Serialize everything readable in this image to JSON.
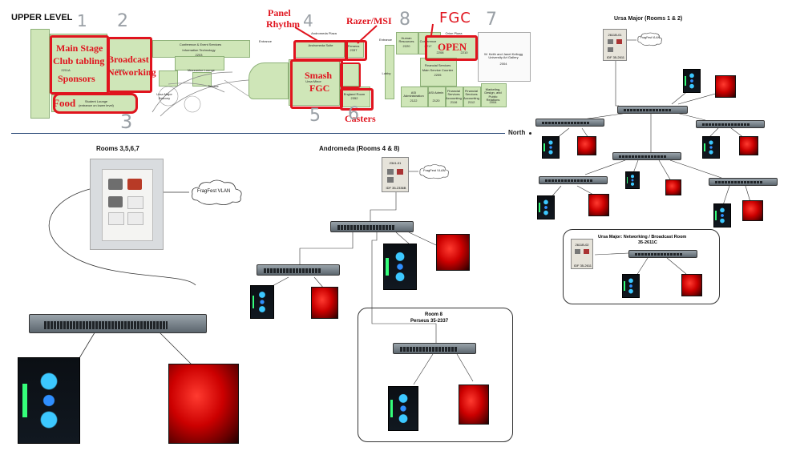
{
  "floor_map": {
    "level_title": "UPPER LEVEL",
    "rooms": {
      "conference": "Conference & Event Services",
      "info_tech": "Information Technology",
      "info_tech_num": "2203",
      "main_stage_num": "2211A",
      "broadcast_num": "2211B",
      "student_lounge": "Student Lounge",
      "student_lounge_note": "(entrance on lower level)",
      "mezzanine": "Mezzanine Lounge",
      "terrace": "Terrace",
      "ursa_major_label": "Ursa Major",
      "ursa_major_sub": "Balcony",
      "andromeda_plaza": "Andromeda Plaza",
      "andromeda_suite": "Andromeda Suite",
      "persius": "Perseus",
      "persius_num": "2337",
      "ursa_minor": "Ursa Minor",
      "engineer": "England Room",
      "engineer_num": "2352",
      "entrance": "Entrance",
      "lobby": "Lobby",
      "human_resources": "Human Resources",
      "hr_num": "2220",
      "conference2": "Conference",
      "conf_num": "2217",
      "orion_plaza": "Orion Plaza",
      "orion_num_1": "2208",
      "orion_num_2": "2210",
      "gallery": "W. Keith and Janet Kellogg University Art Gallery",
      "gallery_num": "2004",
      "financial": "Financial Services",
      "financial_sub": "Main Service Counter",
      "financial_num": "2205",
      "asi": "ASI Administration",
      "asi_num": "2122",
      "asi_admin": "ASI Admin",
      "asi_admin_num": "2120",
      "fin2": "Financial Services Accounting",
      "fin2_num": "2116",
      "fin3": "Financial Services Accounting",
      "fin3_num": "2112",
      "marketing": "Marketing, Design, and Public Relations",
      "marketing_num": "2004"
    },
    "annotations": {
      "main_stage": "Main Stage",
      "club_tabling": "Club tabling",
      "sponsors": "Sponsors",
      "broadcast": "Broadcast",
      "networking": "Networking",
      "food": "Food",
      "panel": "Panel",
      "rhythm": "Rhythm",
      "razer_msi": "Razer/MSI",
      "smash": "Smash",
      "fgc": "FGC",
      "casters": "Casters",
      "fgc_top": "FGC",
      "open": "OPEN"
    },
    "hand_numbers": {
      "n1": "1",
      "n2": "2",
      "n3": "3",
      "n4": "4",
      "n5": "5",
      "n6": "6",
      "n7": "7",
      "n8": "8"
    },
    "north_label": "North"
  },
  "rooms_3567": {
    "title": "Rooms 3,5,6,7",
    "vlan_cloud": "FragFest VLAN"
  },
  "andromeda": {
    "title": "Andromeda (Rooms 4 & 8)",
    "idf_label": "IDF 35-2336B",
    "panel_label": "2341-01",
    "vlan_cloud": "FragFest VLAN",
    "room8_title": "Room 8",
    "room8_sub": "Perseus  35-2337"
  },
  "ursa": {
    "title": "Ursa Major (Rooms 1 & 2)",
    "idf_label": "IDF 35-2611",
    "panel_label": "2611B-01",
    "vlan_cloud": "FragFest VLAN",
    "broadcast_title": "Ursa Major: Networking / Broadcast Room",
    "broadcast_sub": "35-2611C",
    "bc_idf_label": "IDF 35-2611",
    "bc_panel_label": "2611B-02"
  },
  "colors": {
    "annotation_red": "#e0141e",
    "room_green": "#cfe6b8",
    "divider_blue": "#2b4a78"
  }
}
